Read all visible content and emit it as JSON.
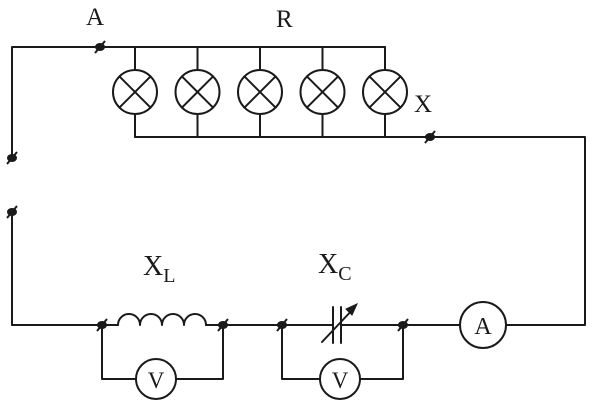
{
  "labels": {
    "node_a": "A",
    "resistor_bank": "R",
    "node_x": "X",
    "inductor_main": "X",
    "inductor_sub": "L",
    "capacitor_main": "X",
    "capacitor_sub": "C",
    "ammeter": "A",
    "voltmeter_inductor": "V",
    "voltmeter_capacitor": "V"
  },
  "resistor_bank": {
    "lamp_count": 5
  },
  "colors": {
    "ink": "#1a1a1a",
    "background": "#ffffff"
  }
}
